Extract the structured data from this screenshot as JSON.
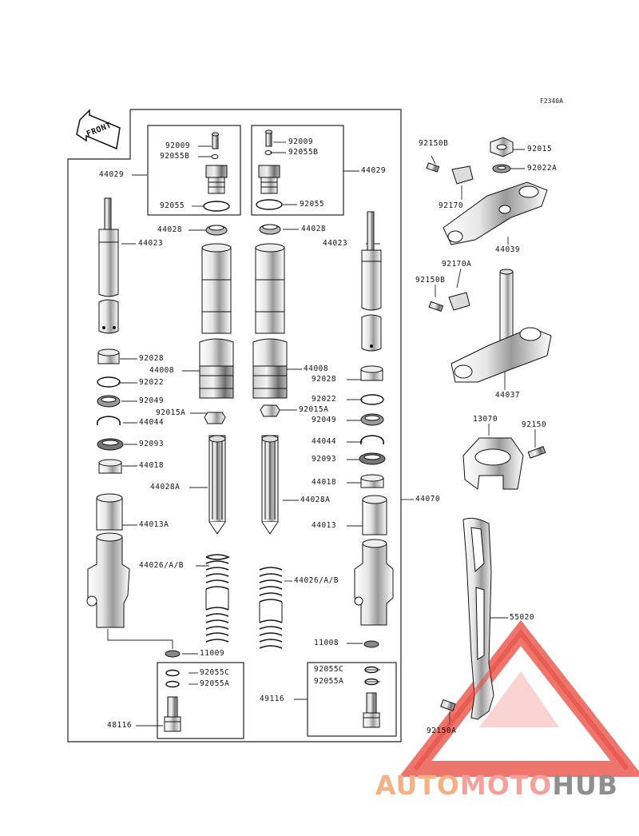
{
  "figure_id": "F2340A",
  "front_label": "FRONT",
  "watermark": {
    "part1": "AUTO",
    "part2": "MOTO",
    "part3": "HUB"
  },
  "colors": {
    "line": "#1a1a1a",
    "watermark_red": "#e8473c",
    "watermark_orange": "#f5a663",
    "watermark_gray": "#8c8c8c"
  },
  "labels": {
    "l_92009": "92009",
    "l_92055b": "92055B",
    "l_92055": "92055",
    "r_92009": "92009",
    "r_92055b": "92055B",
    "r_92055": "92055",
    "l_44029": "44029",
    "r_44029": "44029",
    "l_44028": "44028",
    "r_44028": "44028",
    "l_44023": "44023",
    "r_44023": "44023",
    "l_92028": "92028",
    "l_44008": "44008",
    "r_44008": "44008",
    "r_92028": "92028",
    "l_92022": "92022",
    "l_92049": "92049",
    "l_92015a": "92015A",
    "l_44044": "44044",
    "r_92022": "92022",
    "r_92015a": "92015A",
    "r_92049": "92049",
    "l_92093": "92093",
    "l_44018": "44018",
    "r_44044": "44044",
    "r_92093": "92093",
    "r_44018": "44018",
    "l_44028a": "44028A",
    "r_44028a": "44028A",
    "l_44013a": "44013A",
    "r_44013": "44013",
    "l_44026": "44026/A/B",
    "r_44026": "44026/A/B",
    "l_11009": "11009",
    "r_11008": "11008",
    "l_92055c": "92055C",
    "l_92055a": "92055A",
    "l_48116": "48116",
    "r_92055c": "92055C",
    "r_92055a": "92055A",
    "r_49116": "49116",
    "t_92150b": "92150B",
    "t_92015": "92015",
    "t_92022a": "92022A",
    "t_92170": "92170",
    "t_44039": "44039",
    "m_92170a": "92170A",
    "m_92150b": "92150B",
    "m_44037": "44037",
    "c_13070": "13070",
    "c_92150": "92150",
    "big_44070": "44070",
    "s_55020": "55020",
    "s_92150a": "92150A"
  }
}
